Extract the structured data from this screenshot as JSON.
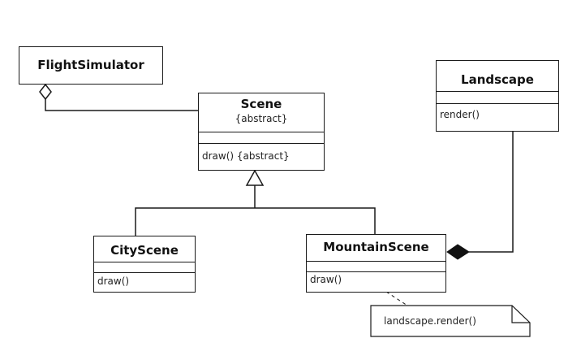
{
  "classes": {
    "flight_simulator": {
      "name": "FlightSimulator"
    },
    "scene": {
      "name": "Scene",
      "stereotype": "{abstract}",
      "operation": "draw() {abstract}"
    },
    "landscape": {
      "name": "Landscape",
      "operation": "render()"
    },
    "city_scene": {
      "name": "CityScene",
      "operation": "draw()"
    },
    "mountain_scene": {
      "name": "MountainScene",
      "operation": "draw()"
    }
  },
  "note": {
    "text": "landscape.render()"
  }
}
